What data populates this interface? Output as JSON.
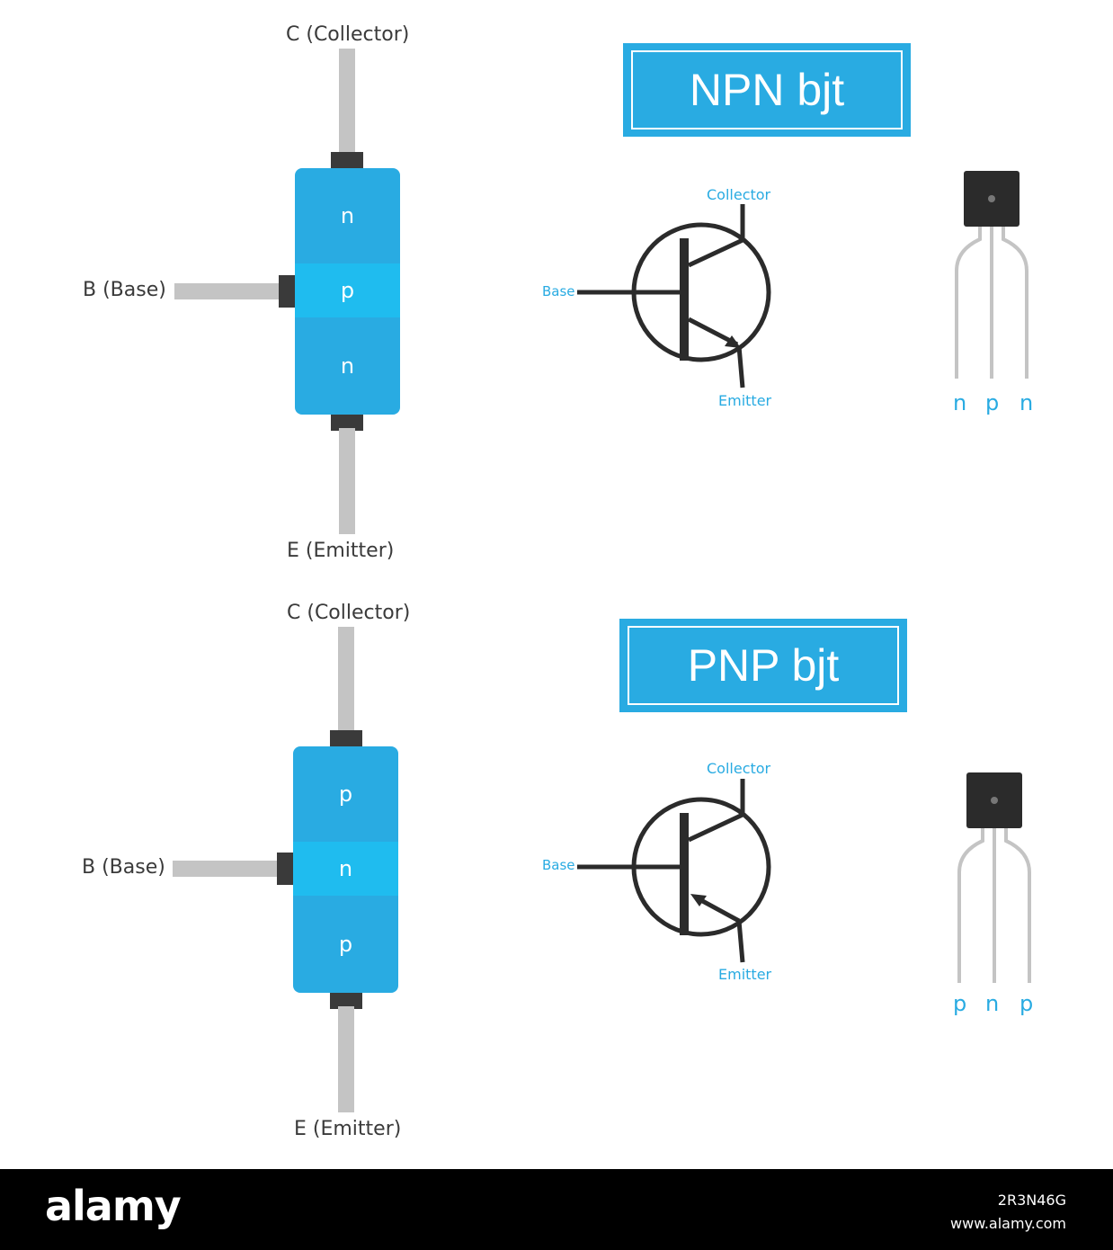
{
  "npn": {
    "collector_label": "C (Collector)",
    "base_label": "B (Base)",
    "emitter_label": "E (Emitter)",
    "regions": [
      "n",
      "p",
      "n"
    ],
    "title": "NPN bjt",
    "symbol": {
      "collector": "Collector",
      "base": "Base",
      "emitter": "Emitter"
    },
    "pins": [
      "n",
      "p",
      "n"
    ]
  },
  "pnp": {
    "collector_label": "C (Collector)",
    "base_label": "B (Base)",
    "emitter_label": "E (Emitter)",
    "regions": [
      "p",
      "n",
      "p"
    ],
    "title": "PNP bjt",
    "symbol": {
      "collector": "Collector",
      "base": "Base",
      "emitter": "Emitter"
    },
    "pins": [
      "p",
      "n",
      "p"
    ]
  },
  "watermark": {
    "logo": "alamy",
    "image_id": "2R3N46G",
    "site": "www.alamy.com"
  },
  "colors": {
    "accent": "#29abe2",
    "mid_region": "#1fbcef",
    "lead": "#c4c4c4",
    "dark": "#2b2b2b"
  }
}
